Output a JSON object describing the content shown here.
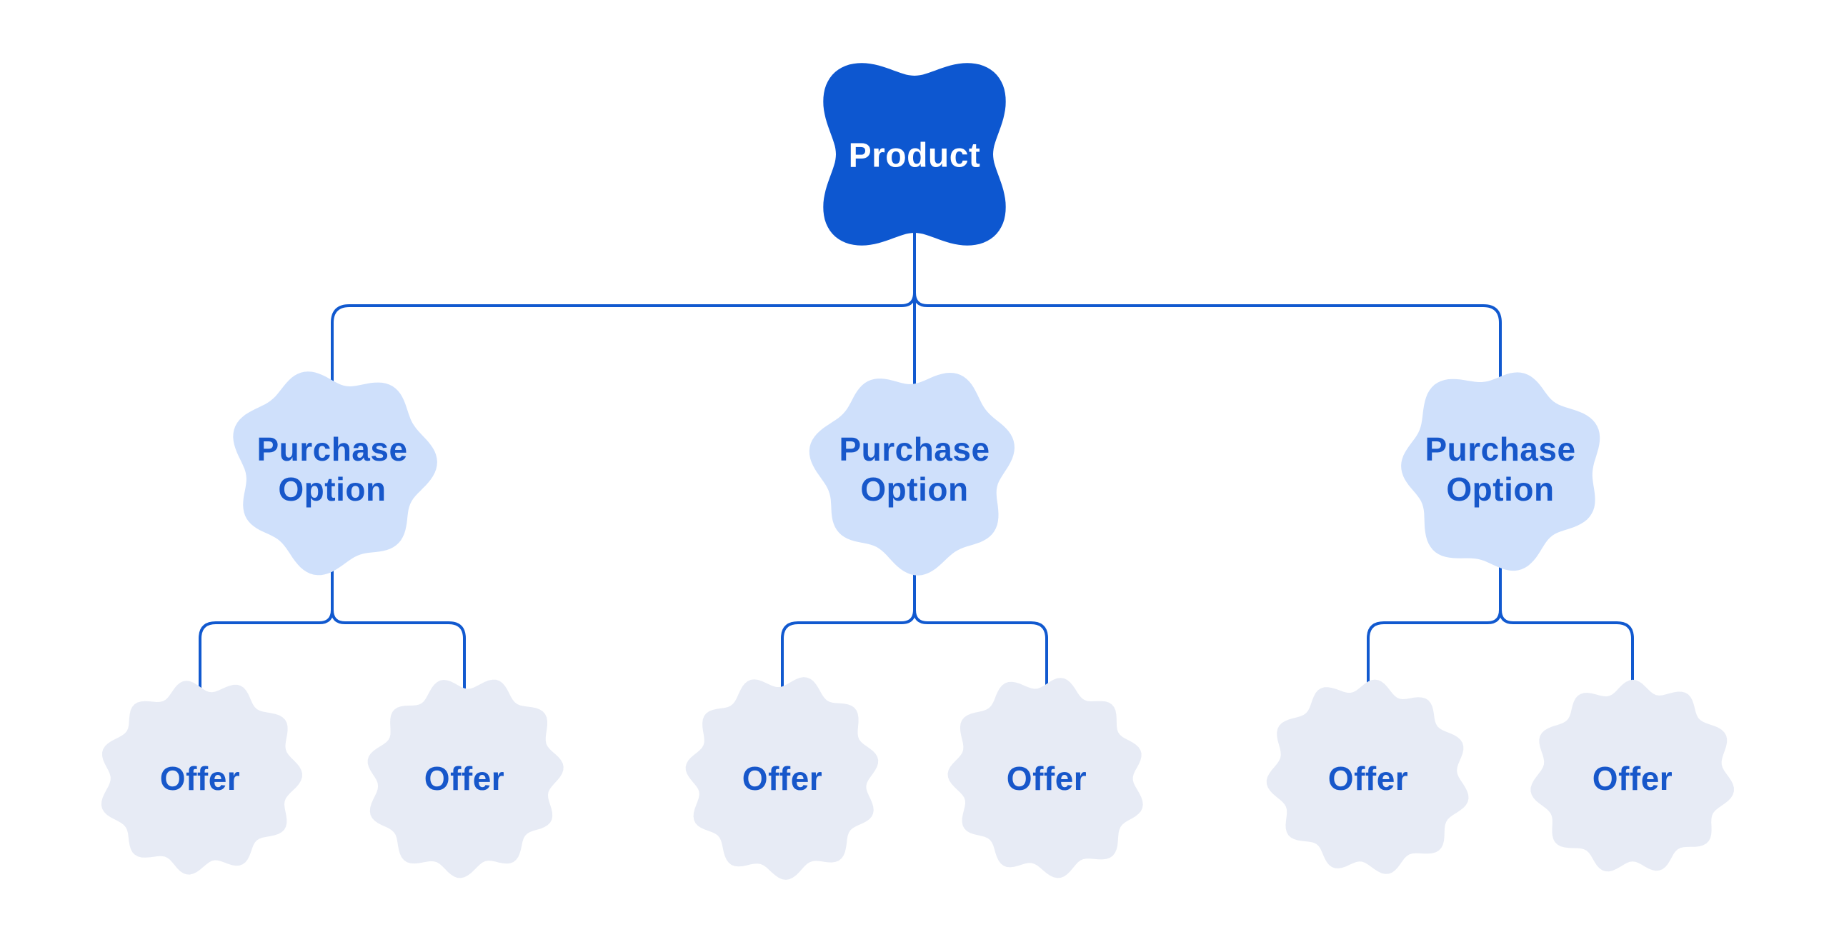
{
  "diagram": {
    "type": "tree",
    "nodes": {
      "product": {
        "label": "Product"
      },
      "purchase_options": [
        {
          "label": "Purchase Option"
        },
        {
          "label": "Purchase Option"
        },
        {
          "label": "Purchase Option"
        }
      ],
      "offers": [
        {
          "label": "Offer"
        },
        {
          "label": "Offer"
        },
        {
          "label": "Offer"
        },
        {
          "label": "Offer"
        },
        {
          "label": "Offer"
        },
        {
          "label": "Offer"
        }
      ]
    },
    "hierarchy": {
      "product": [
        "purchase_option_1",
        "purchase_option_2",
        "purchase_option_3"
      ],
      "purchase_option_1": [
        "offer_1",
        "offer_2"
      ],
      "purchase_option_2": [
        "offer_3",
        "offer_4"
      ],
      "purchase_option_3": [
        "offer_5",
        "offer_6"
      ]
    },
    "colors": {
      "background": "#ffffff",
      "product_fill": "#0d57d0",
      "product_text": "#ffffff",
      "purchase_option_fill": "#cfe0fb",
      "offer_fill": "#e7ebf5",
      "label_text": "#1757ca",
      "connector": "#1159cf"
    }
  }
}
